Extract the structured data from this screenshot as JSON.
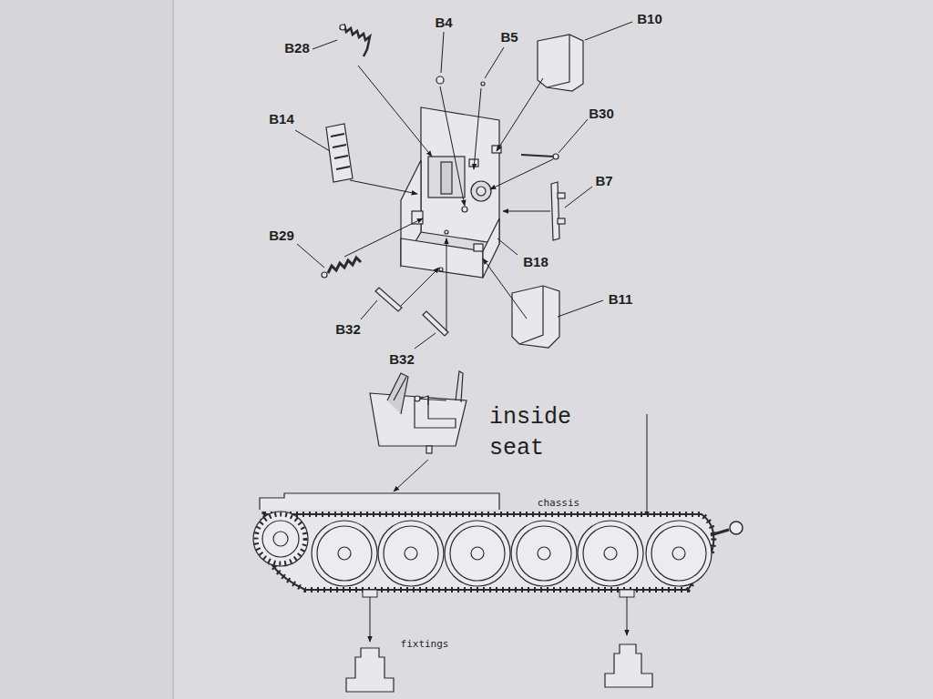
{
  "diagram": {
    "labels": [
      "B28",
      "B4",
      "B5",
      "B10",
      "B14",
      "B30",
      "B7",
      "B29",
      "B18",
      "B11",
      "B32",
      "B32",
      "inside seat",
      "chassis",
      "fixtings"
    ]
  }
}
